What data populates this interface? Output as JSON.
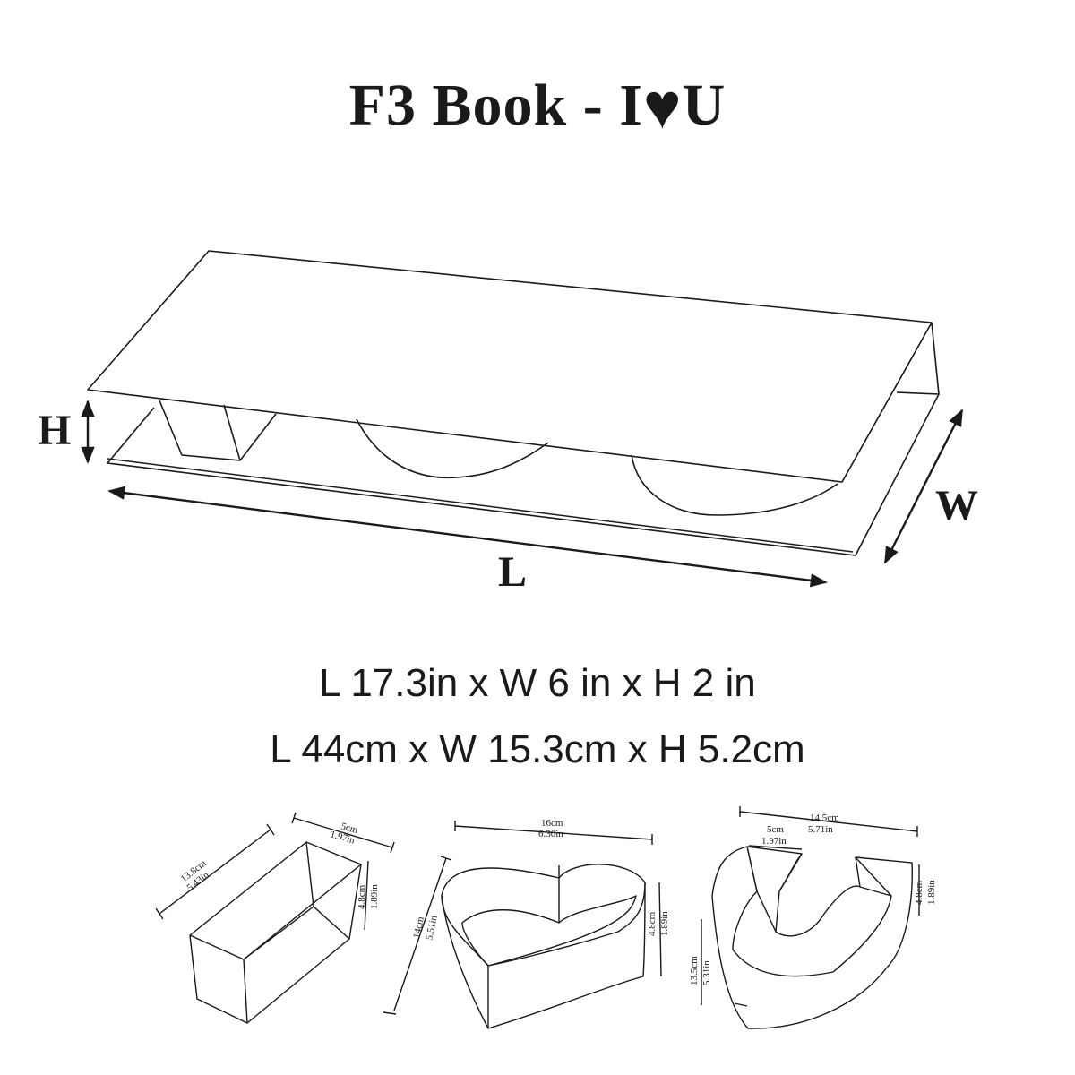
{
  "title": {
    "prefix": "F3  Book - I",
    "heart": "♥",
    "suffix": "U"
  },
  "labels": {
    "h": "H",
    "w": "W",
    "l": "L"
  },
  "dimensions": {
    "inches": "L 17.3in x W 6 in x H 2 in",
    "cm": "L 44cm x W 15.3cm x H 5.2cm"
  },
  "rect_insert": {
    "length_cm": "13.8cm",
    "length_in": "5.43in",
    "width_cm": "5cm",
    "width_in": "1.97in",
    "height_cm": "4.8cm",
    "height_in": "1.89in"
  },
  "heart_insert": {
    "length_cm": "16cm",
    "length_in": "6.30in",
    "width_cm": "14cm",
    "width_in": "5.51in",
    "height_cm": "4.8cm",
    "height_in": "1.89in"
  },
  "u_insert": {
    "length_cm": "14.5cm",
    "length_in": "5.71in",
    "inner_cm": "5cm",
    "inner_in": "1.97in",
    "width_cm": "13.5cm",
    "width_in": "5.31in",
    "height_cm": "4.8cm",
    "height_in": "1.89in"
  },
  "colors": {
    "ink": "#1a1a1a",
    "background": "#ffffff"
  }
}
